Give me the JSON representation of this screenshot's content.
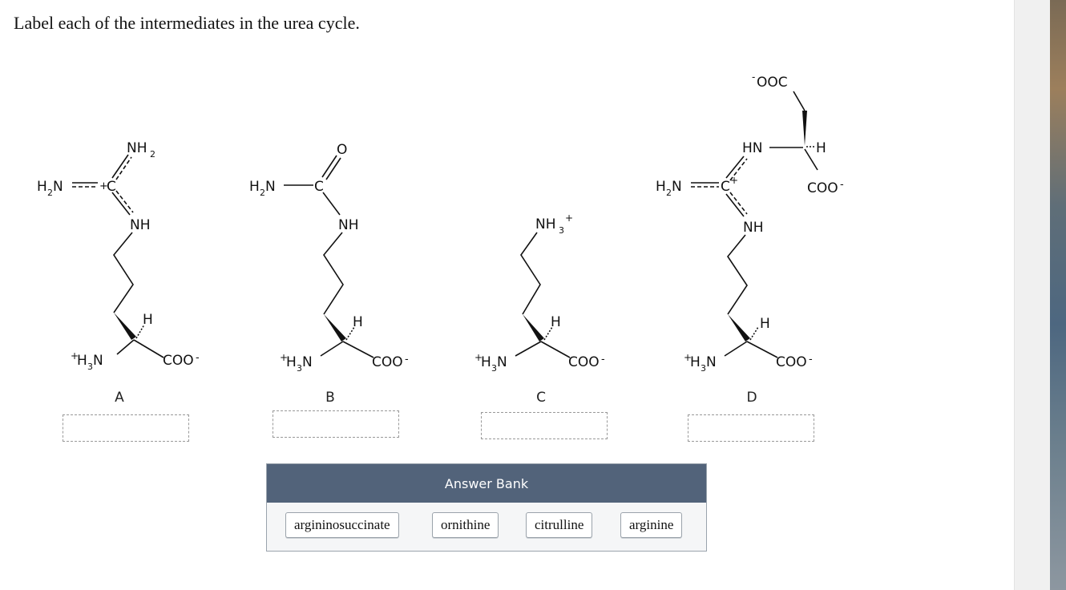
{
  "prompt": "Label each of the intermediates in the urea cycle.",
  "structures": [
    {
      "letter": "A"
    },
    {
      "letter": "B"
    },
    {
      "letter": "C"
    },
    {
      "letter": "D"
    }
  ],
  "answer_bank": {
    "header": "Answer Bank",
    "options": [
      "argininosuccinate",
      "ornithine",
      "citrulline",
      "arginine"
    ]
  },
  "molecule_labels": {
    "nh2": "NH",
    "sub2": "2",
    "h2n": "H",
    "n": "N",
    "plus_c": "+C",
    "c": "C",
    "c_plus": "C+",
    "nh": "NH",
    "h": "H",
    "plus": "+",
    "h3n": "H",
    "sub3": "3",
    "coo": "COO",
    "minus": "-",
    "o": "O",
    "nh3": "NH",
    "ooc": "OOC",
    "hn": "HN"
  }
}
